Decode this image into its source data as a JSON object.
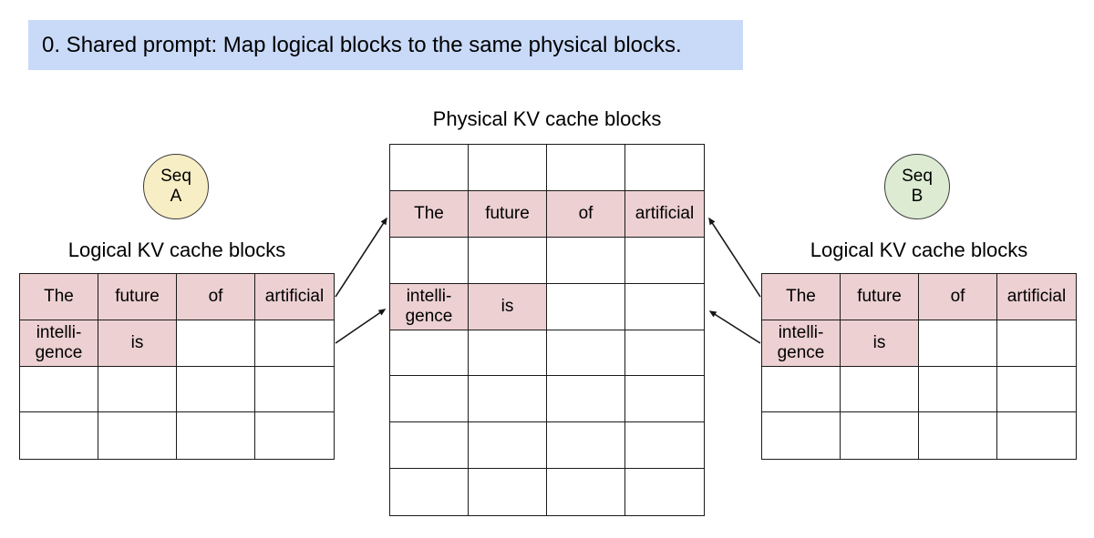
{
  "banner": {
    "text": "0. Shared prompt: Map logical blocks to the same physical blocks."
  },
  "colors": {
    "banner_bg": "#c9daf8",
    "cell_highlight": "#ecd0d2",
    "seq_a_bg": "#f8eec5",
    "seq_b_bg": "#dcebd2",
    "grid_line": "#1b1b1b"
  },
  "seq_a": {
    "label": "Seq\nA"
  },
  "seq_b": {
    "label": "Seq\nB"
  },
  "physical": {
    "title": "Physical KV cache blocks",
    "rows": [
      [
        {
          "t": "",
          "f": false
        },
        {
          "t": "",
          "f": false
        },
        {
          "t": "",
          "f": false
        },
        {
          "t": "",
          "f": false
        }
      ],
      [
        {
          "t": "The",
          "f": true
        },
        {
          "t": "future",
          "f": true
        },
        {
          "t": "of",
          "f": true
        },
        {
          "t": "artificial",
          "f": true
        }
      ],
      [
        {
          "t": "",
          "f": false
        },
        {
          "t": "",
          "f": false
        },
        {
          "t": "",
          "f": false
        },
        {
          "t": "",
          "f": false
        }
      ],
      [
        {
          "t": "intelli-\ngence",
          "f": true
        },
        {
          "t": "is",
          "f": true
        },
        {
          "t": "",
          "f": false
        },
        {
          "t": "",
          "f": false
        }
      ],
      [
        {
          "t": "",
          "f": false
        },
        {
          "t": "",
          "f": false
        },
        {
          "t": "",
          "f": false
        },
        {
          "t": "",
          "f": false
        }
      ],
      [
        {
          "t": "",
          "f": false
        },
        {
          "t": "",
          "f": false
        },
        {
          "t": "",
          "f": false
        },
        {
          "t": "",
          "f": false
        }
      ],
      [
        {
          "t": "",
          "f": false
        },
        {
          "t": "",
          "f": false
        },
        {
          "t": "",
          "f": false
        },
        {
          "t": "",
          "f": false
        }
      ],
      [
        {
          "t": "",
          "f": false
        },
        {
          "t": "",
          "f": false
        },
        {
          "t": "",
          "f": false
        },
        {
          "t": "",
          "f": false
        }
      ]
    ]
  },
  "logical_a": {
    "title": "Logical KV cache blocks",
    "rows": [
      [
        {
          "t": "The",
          "f": true
        },
        {
          "t": "future",
          "f": true
        },
        {
          "t": "of",
          "f": true
        },
        {
          "t": "artificial",
          "f": true
        }
      ],
      [
        {
          "t": "intelli-\ngence",
          "f": true
        },
        {
          "t": "is",
          "f": true
        },
        {
          "t": "",
          "f": false
        },
        {
          "t": "",
          "f": false
        }
      ],
      [
        {
          "t": "",
          "f": false
        },
        {
          "t": "",
          "f": false
        },
        {
          "t": "",
          "f": false
        },
        {
          "t": "",
          "f": false
        }
      ],
      [
        {
          "t": "",
          "f": false
        },
        {
          "t": "",
          "f": false
        },
        {
          "t": "",
          "f": false
        },
        {
          "t": "",
          "f": false
        }
      ]
    ]
  },
  "logical_b": {
    "title": "Logical KV cache blocks",
    "rows": [
      [
        {
          "t": "The",
          "f": true
        },
        {
          "t": "future",
          "f": true
        },
        {
          "t": "of",
          "f": true
        },
        {
          "t": "artificial",
          "f": true
        }
      ],
      [
        {
          "t": "intelli-\ngence",
          "f": true
        },
        {
          "t": "is",
          "f": true
        },
        {
          "t": "",
          "f": false
        },
        {
          "t": "",
          "f": false
        }
      ],
      [
        {
          "t": "",
          "f": false
        },
        {
          "t": "",
          "f": false
        },
        {
          "t": "",
          "f": false
        },
        {
          "t": "",
          "f": false
        }
      ],
      [
        {
          "t": "",
          "f": false
        },
        {
          "t": "",
          "f": false
        },
        {
          "t": "",
          "f": false
        },
        {
          "t": "",
          "f": false
        }
      ]
    ]
  }
}
